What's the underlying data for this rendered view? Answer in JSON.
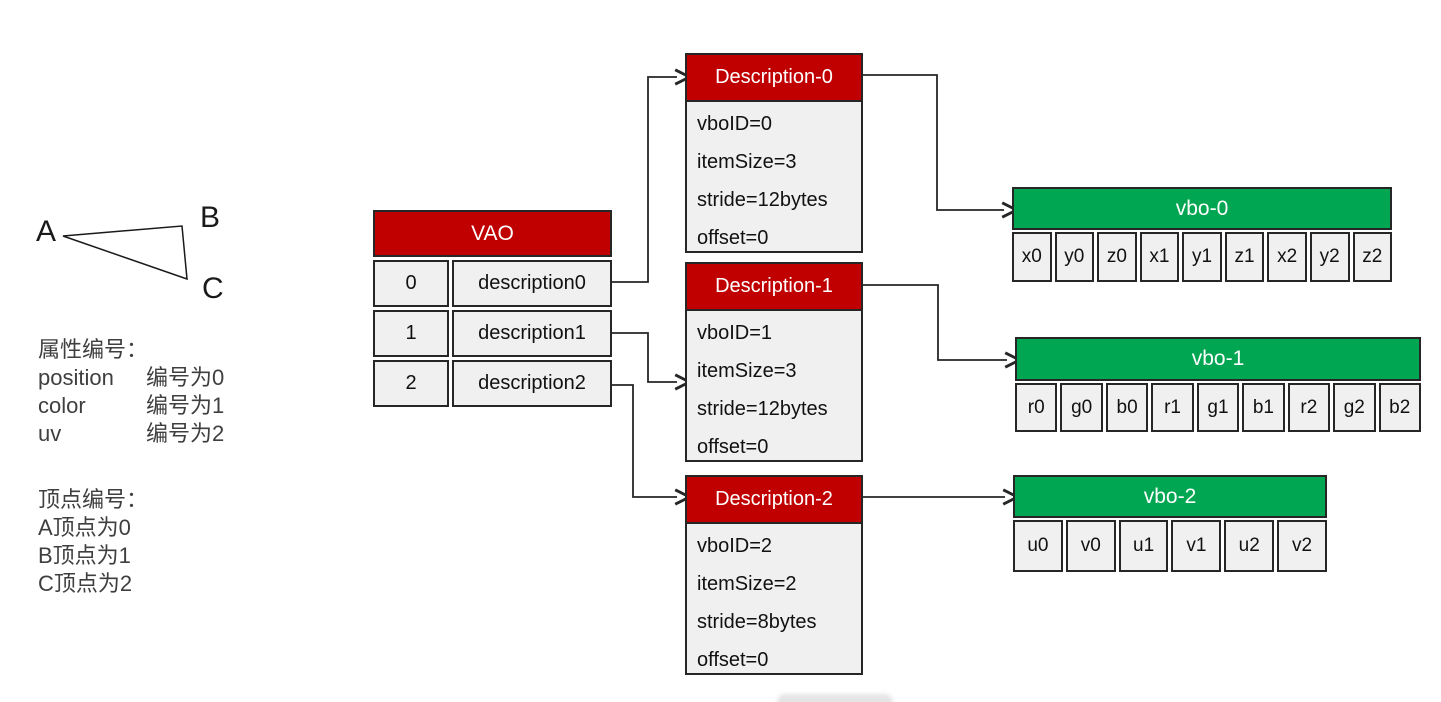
{
  "left_panel": {
    "triangle_labels": {
      "a": "A",
      "b": "B",
      "c": "C"
    },
    "attribute_block": {
      "title": "属性编号：",
      "rows": [
        {
          "name": "position",
          "value": "编号为0"
        },
        {
          "name": "color",
          "value": "编号为1"
        },
        {
          "name": "uv",
          "value": "编号为2"
        }
      ]
    },
    "vertex_block": {
      "title": "顶点编号：",
      "rows": [
        "A顶点为0",
        "B顶点为1",
        "C顶点为2"
      ]
    }
  },
  "vao_table": {
    "title": "VAO",
    "rows": [
      {
        "index": "0",
        "label": "description0"
      },
      {
        "index": "1",
        "label": "description1"
      },
      {
        "index": "2",
        "label": "description2"
      }
    ]
  },
  "descriptions": [
    {
      "title": "Description-0",
      "lines": [
        "vboID=0",
        "itemSize=3",
        "stride=12bytes",
        "offset=0"
      ]
    },
    {
      "title": "Description-1",
      "lines": [
        "vboID=1",
        "itemSize=3",
        "stride=12bytes",
        "offset=0"
      ]
    },
    {
      "title": "Description-2",
      "lines": [
        "vboID=2",
        "itemSize=2",
        "stride=8bytes",
        "offset=0"
      ]
    }
  ],
  "vbos": [
    {
      "title": "vbo-0",
      "cells": [
        "x0",
        "y0",
        "z0",
        "x1",
        "y1",
        "z1",
        "x2",
        "y2",
        "z2"
      ]
    },
    {
      "title": "vbo-1",
      "cells": [
        "r0",
        "g0",
        "b0",
        "r1",
        "g1",
        "b1",
        "r2",
        "g2",
        "b2"
      ]
    },
    {
      "title": "vbo-2",
      "cells": [
        "u0",
        "v0",
        "u1",
        "v1",
        "u2",
        "v2"
      ]
    }
  ],
  "colors": {
    "header_red": "#c00000",
    "header_green": "#00a651",
    "cell_background": "#f0f0f0",
    "border": "#262626",
    "left_text": "#3f3f3f"
  }
}
